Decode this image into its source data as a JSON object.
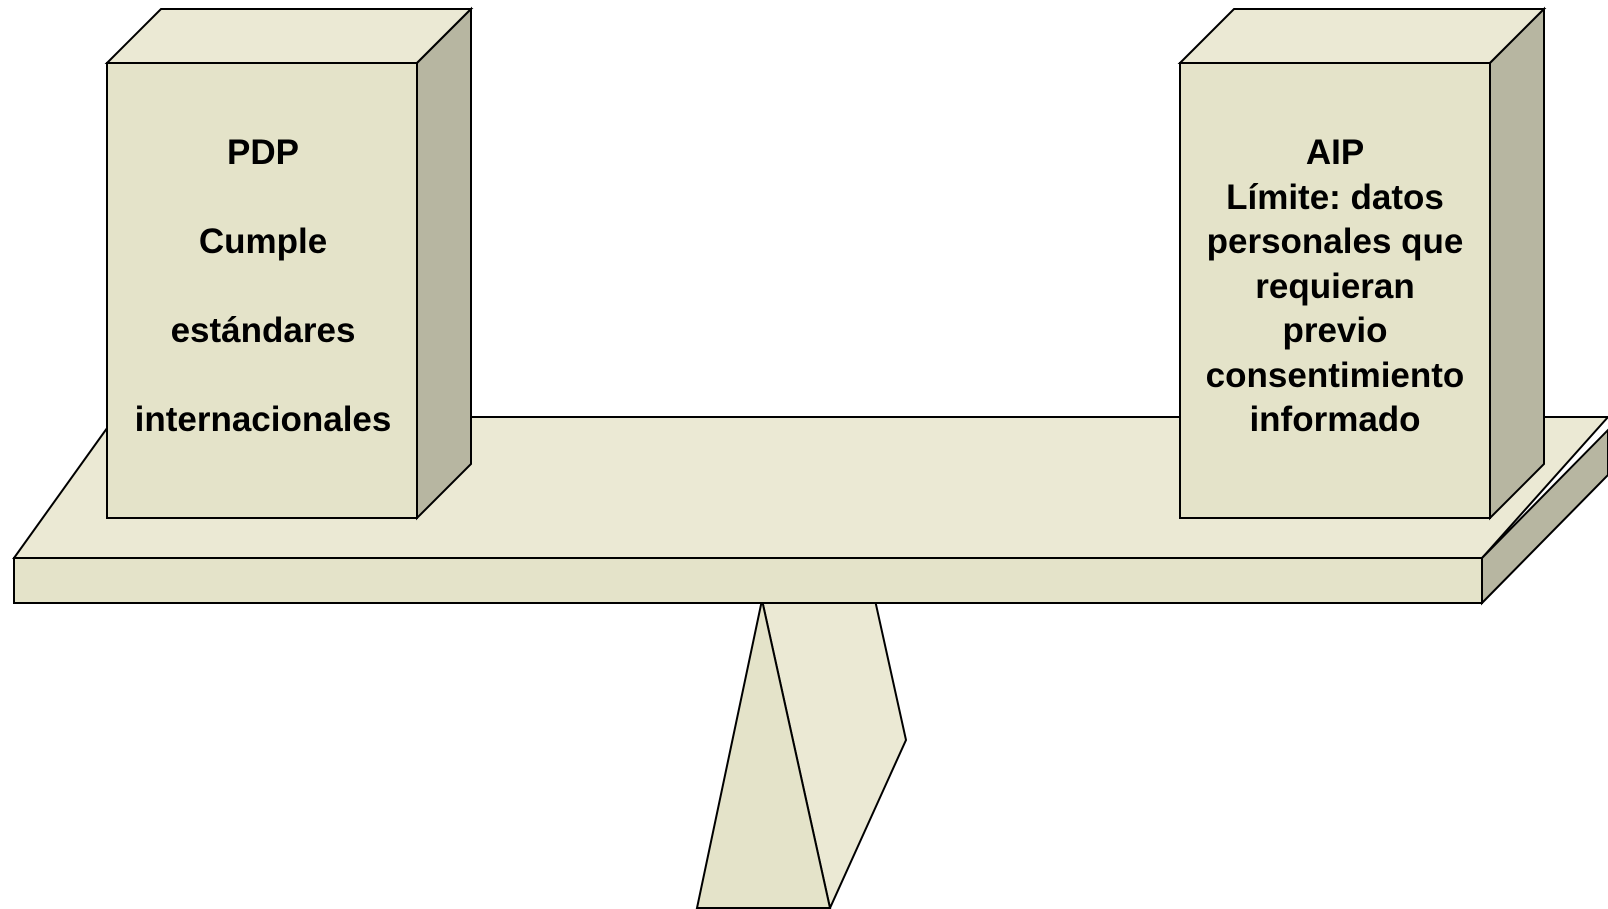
{
  "diagram": {
    "left_box": {
      "lines": [
        "PDP",
        "",
        "Cumple",
        "",
        "estándares",
        "",
        "internacionales"
      ]
    },
    "right_box": {
      "lines": [
        "AIP",
        "Límite:  datos",
        "personales que",
        "requieran",
        "previo",
        "consentimiento",
        "informado"
      ]
    },
    "colors": {
      "front": "#e4e3c9",
      "top": "#ebe9d4",
      "side": "#b7b6a1",
      "outline": "#000000"
    }
  }
}
